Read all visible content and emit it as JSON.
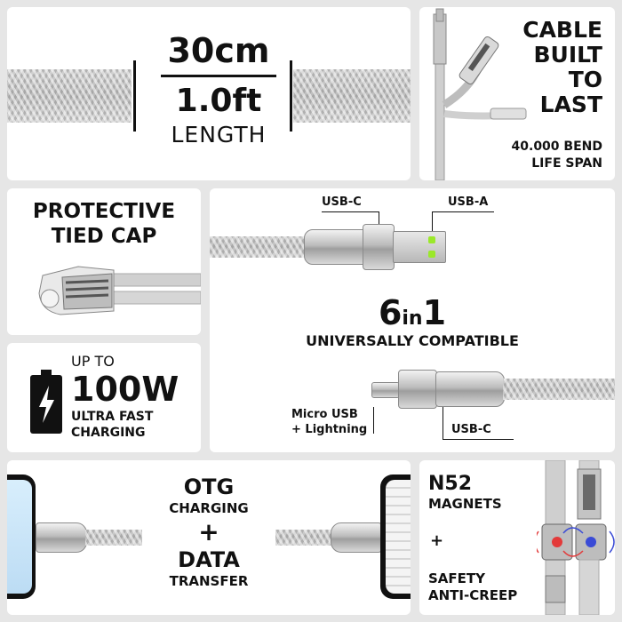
{
  "length": {
    "cm": "30cm",
    "ft": "1.0ft",
    "label": "LENGTH"
  },
  "durability": {
    "title_lines": [
      "CABLE",
      "BUILT",
      "TO",
      "LAST"
    ],
    "bend_line1": "40.000 BEND",
    "bend_line2": "LIFE SPAN"
  },
  "cap": {
    "line1": "PROTECTIVE",
    "line2": "TIED CAP"
  },
  "compat": {
    "label_usbc_top": "USB-C",
    "label_usba": "USB-A",
    "big_main": "6",
    "big_small": "in",
    "big_tail": "1",
    "subtitle": "UNIVERSALLY COMPATIBLE",
    "label_micro1": "Micro USB",
    "label_micro2": "+ Lightning",
    "label_usbc_bottom": "USB-C"
  },
  "power": {
    "up_to": "UP TO",
    "watts": "100W",
    "line1": "ULTRA FAST",
    "line2": "CHARGING"
  },
  "otg": {
    "line1": "OTG",
    "line2": "CHARGING",
    "plus": "+",
    "line3": "DATA",
    "line4": "TRANSFER"
  },
  "magnets": {
    "line1": "N52",
    "line2": "MAGNETS",
    "plus": "+",
    "line3": "SAFETY",
    "line4": "ANTI-CREEP"
  },
  "colors": {
    "accent_green": "#9be82a",
    "magnet_blue": "#3a4bd6",
    "magnet_red": "#e33a3a"
  }
}
